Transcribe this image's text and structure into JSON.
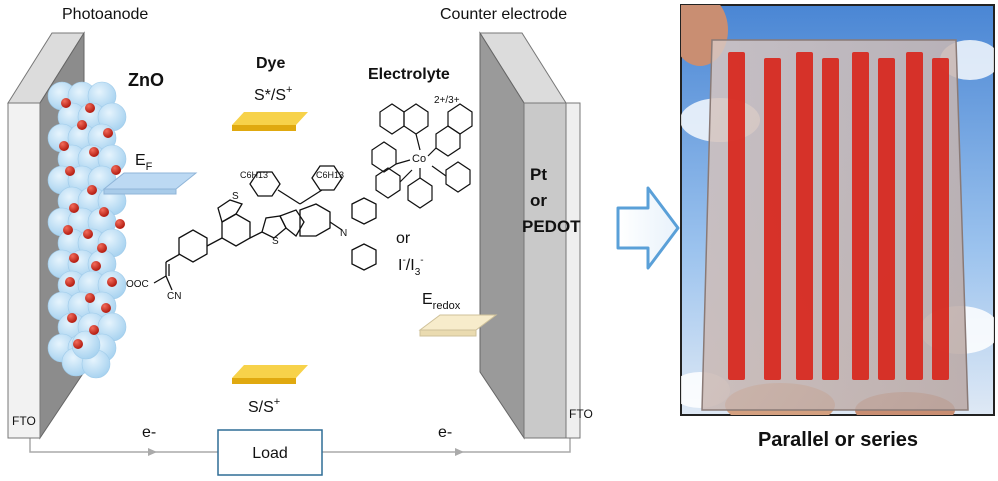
{
  "labels": {
    "photoanode": "Photoanode",
    "counter_electrode": "Counter electrode",
    "zno": "ZnO",
    "dye": "Dye",
    "dye_excited": "S*/S",
    "dye_excited_sup": "+",
    "dye_ground": "S/S",
    "dye_ground_sup": "+",
    "electrolyte": "Electrolyte",
    "ef_main": "E",
    "ef_sub": "F",
    "eredox_main": "E",
    "eredox_sub": "redox",
    "pt": "Pt",
    "or_pt": "or",
    "pedot": "PEDOT",
    "fto_left": "FTO",
    "fto_right": "FTO",
    "electron_left": "e-",
    "electron_right": "e-",
    "load": "Load",
    "or_electrolyte": "or",
    "iodide": "I",
    "iodide_sup": "-",
    "slash": "/I",
    "triiodide_sub": "3",
    "triiodide_sup": "-",
    "cobalt_charge": "2+/3+",
    "cobalt": "Co",
    "parallel_series": "Parallel or series",
    "dye_ooc": "OOC",
    "dye_cn": "CN",
    "dye_n": "N",
    "dye_s": "S",
    "dye_hexyl1": "C6H13",
    "dye_hexyl2": "C6H13"
  },
  "colors": {
    "electrode_front": "#f2f2f2",
    "electrode_side": "#8c8c8c",
    "electrode_top": "#dcdcdc",
    "counter_front": "#c8c8c8",
    "ef_bar": "#bcd9f3",
    "dye_bar": "#f4c21c",
    "redox_bar": "#f7eccb",
    "nanoparticle": "#bfe0f5",
    "dye_dot": "#d42a1d",
    "arrow": "#5aa0d8",
    "stripe": "#d8261c"
  },
  "icons": {
    "process_arrow": "right-arrow-icon",
    "photo": "dssc-module-photo"
  }
}
